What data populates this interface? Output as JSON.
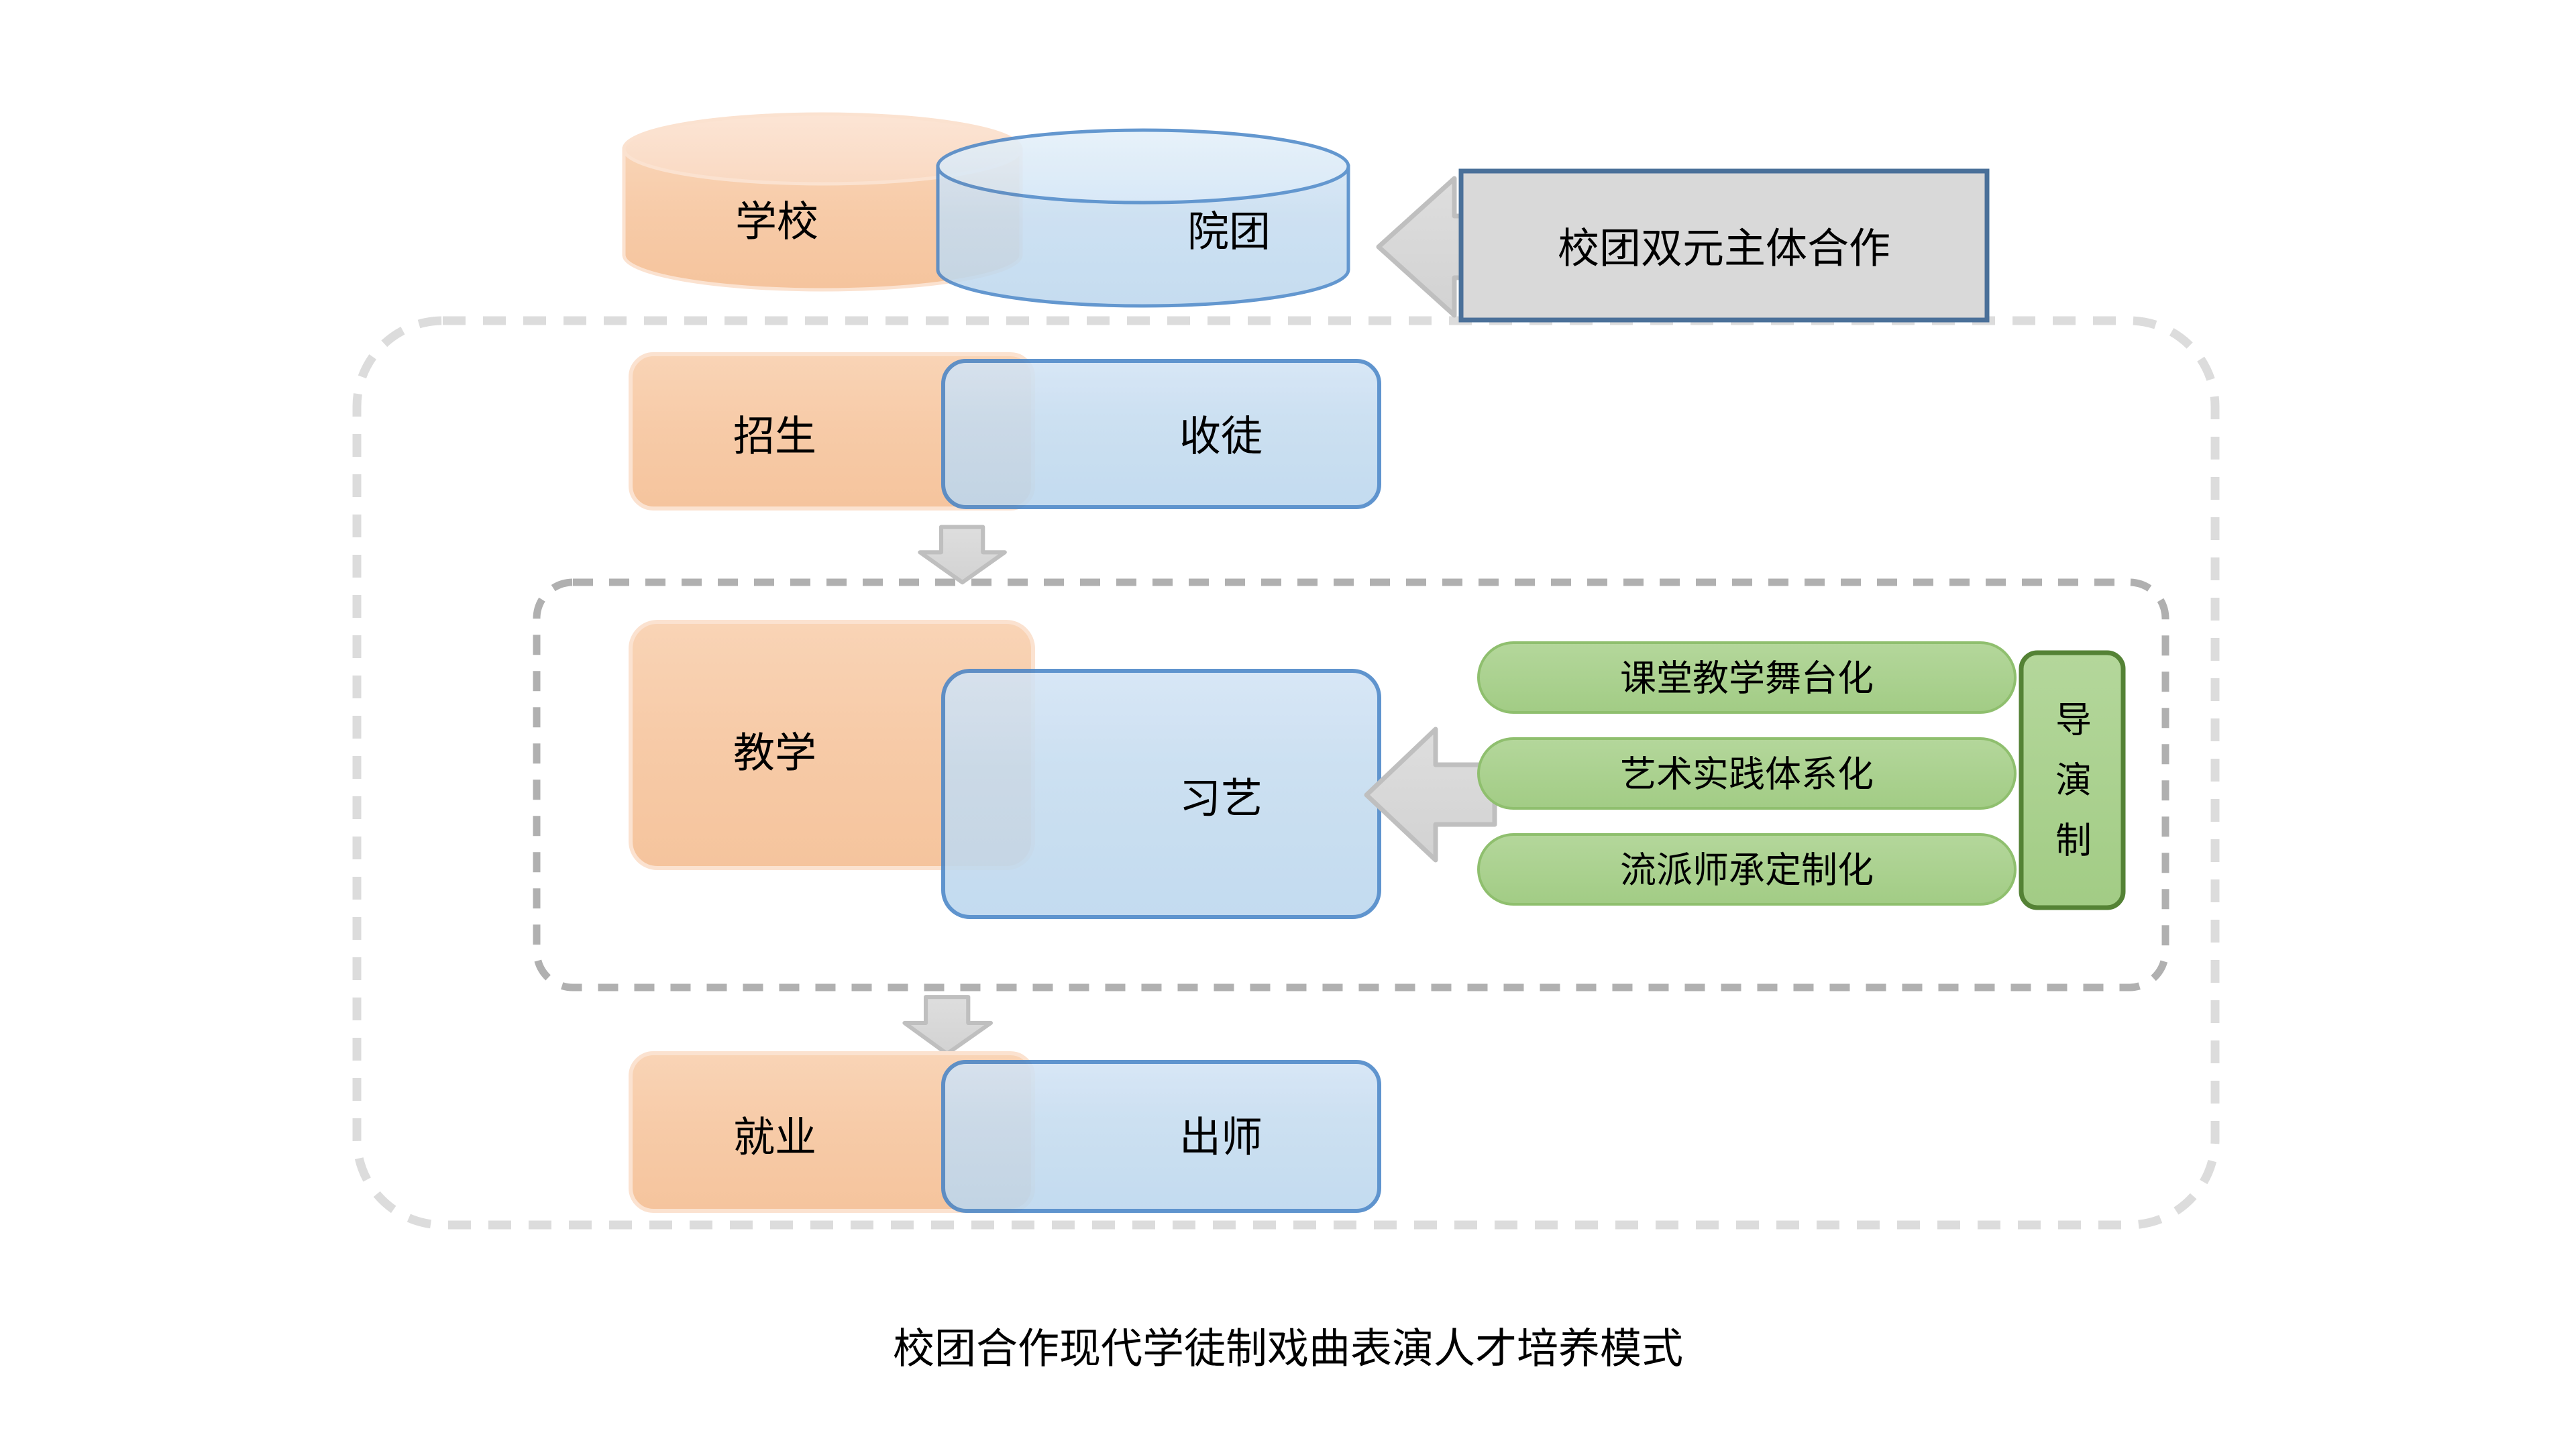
{
  "caption": "校团合作现代学徒制戏曲表演人才培养模式",
  "colors": {
    "orange_fill": "#F7CBA8",
    "orange_fill_light": "#FBE0CC",
    "orange_stroke": "#FBE2D0",
    "blue_fill": "#C5DCF0",
    "blue_fill_light": "#DDEBF7",
    "blue_stroke": "#4A86C8",
    "overlap_fill": "#C3D2DE",
    "green_fill": "#A9D18E",
    "green_stroke": "#548235",
    "arrow_fill": "#D9D9D9",
    "arrow_stroke": "#BFBFBF",
    "callout_fill": "#D9D9D9",
    "callout_stroke": "#4A7099",
    "dash_outer": "#DCDCDC",
    "dash_inner": "#B0B0B0",
    "text": "#000000"
  },
  "top_row": {
    "left_cylinder_label": "学校",
    "right_cylinder_label": "院团",
    "callout_label": "校团双元主体合作",
    "arrow_icon": "arrow-left-icon"
  },
  "stages": [
    {
      "id": "recruit",
      "school_label": "招生",
      "troupe_label": "收徒"
    },
    {
      "id": "teaching",
      "school_label": "教学",
      "troupe_label": "习艺"
    },
    {
      "id": "graduate",
      "school_label": "就业",
      "troupe_label": "出师"
    }
  ],
  "teaching_features": [
    "课堂教学舞台化",
    "艺术实践体系化",
    "流派师承定制化"
  ],
  "teaching_side_label": "导演制",
  "teaching_side_chars": [
    "导",
    "演",
    "制"
  ],
  "flow_arrows": [
    {
      "id": "recruit-to-teaching",
      "icon": "arrow-down-icon"
    },
    {
      "id": "teaching-to-graduate",
      "icon": "arrow-down-icon"
    }
  ],
  "teaching_arrow_icon": "arrow-left-icon",
  "containers": {
    "outer_label": "apprenticeship-lifecycle-boundary",
    "inner_label": "teaching-stage-boundary"
  }
}
